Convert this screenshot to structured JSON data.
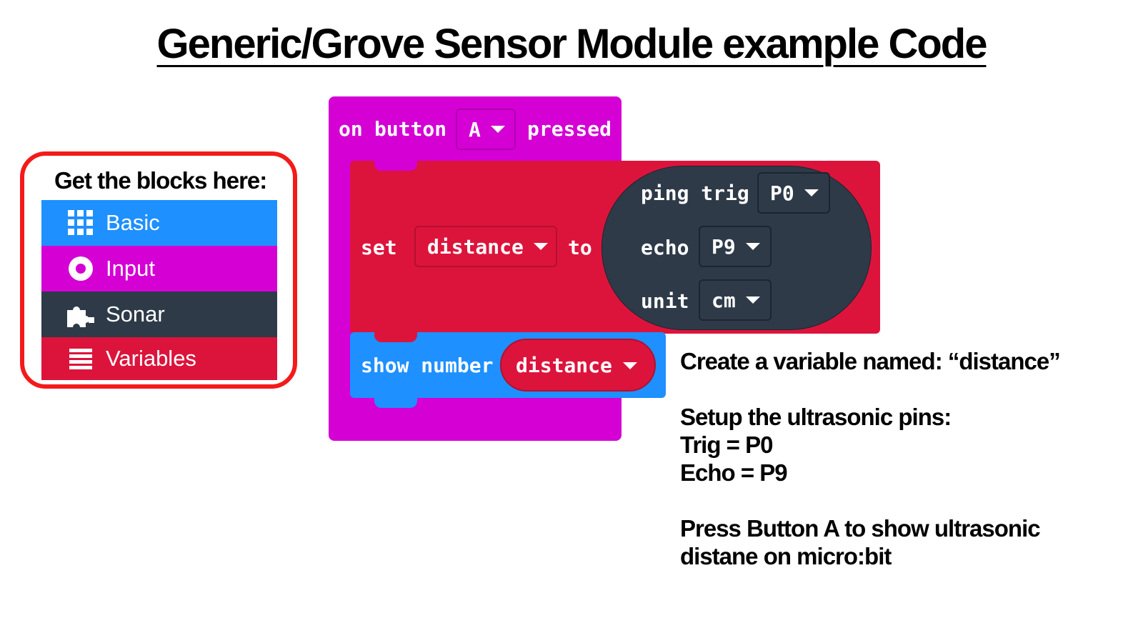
{
  "title": "Generic/Grove Sensor Module example Code",
  "palette": {
    "heading": "Get the blocks here:",
    "categories": [
      {
        "label": "Basic",
        "icon": "grid-icon",
        "color": "#1e90ff"
      },
      {
        "label": "Input",
        "icon": "circle-dot-icon",
        "color": "#d400d4"
      },
      {
        "label": "Sonar",
        "icon": "puzzle-icon",
        "color": "#2e3a48"
      },
      {
        "label": "Variables",
        "icon": "list-icon",
        "color": "#dc143c"
      }
    ]
  },
  "blocks": {
    "event": {
      "on": "on",
      "button": "button",
      "button_value": "A",
      "pressed": "pressed",
      "color": "#d400d4"
    },
    "set": {
      "set": "set",
      "variable": "distance",
      "to": "to",
      "color": "#dc143c"
    },
    "ping": {
      "label": "ping trig",
      "trig_value": "P0",
      "echo_label": "echo",
      "echo_value": "P9",
      "unit_label": "unit",
      "unit_value": "cm",
      "color": "#2e3a48"
    },
    "show": {
      "label": "show number",
      "variable": "distance",
      "color": "#1e90ff"
    }
  },
  "notes": {
    "line1": "Create a variable named:   “distance”",
    "line2": "Setup the ultrasonic pins:",
    "line3": "Trig = P0",
    "line4": "Echo = P9",
    "line5": "Press Button A to show ultrasonic",
    "line6": "distane on micro:bit"
  }
}
